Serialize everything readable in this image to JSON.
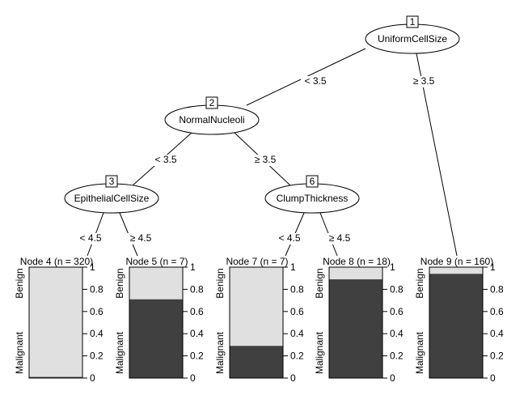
{
  "tree": {
    "inner_nodes": [
      {
        "id": "1",
        "label": "UniformCellSize"
      },
      {
        "id": "2",
        "label": "NormalNucleoli"
      },
      {
        "id": "3",
        "label": "EpithelialCellSize"
      },
      {
        "id": "6",
        "label": "ClumpThickness"
      }
    ],
    "edges": [
      {
        "from": "1",
        "to": "2",
        "label": "< 3.5"
      },
      {
        "from": "1",
        "to": "9",
        "label": "≥ 3.5"
      },
      {
        "from": "2",
        "to": "3",
        "label": "< 3.5"
      },
      {
        "from": "2",
        "to": "6",
        "label": "≥ 3.5"
      },
      {
        "from": "3",
        "to": "4",
        "label": "< 4.5"
      },
      {
        "from": "3",
        "to": "5",
        "label": "≥ 4.5"
      },
      {
        "from": "6",
        "to": "7",
        "label": "< 4.5"
      },
      {
        "from": "6",
        "to": "8",
        "label": "≥ 4.5"
      }
    ],
    "terminal_nodes": [
      {
        "id": "4",
        "title": "Node 4 (n = 320)",
        "malignant_proportion": 0.01
      },
      {
        "id": "5",
        "title": "Node 5 (n = 7)",
        "malignant_proportion": 0.71
      },
      {
        "id": "7",
        "title": "Node 7 (n = 7)",
        "malignant_proportion": 0.29
      },
      {
        "id": "8",
        "title": "Node 8 (n = 18)",
        "malignant_proportion": 0.89
      },
      {
        "id": "9",
        "title": "Node 9 (n = 160)",
        "malignant_proportion": 0.94
      }
    ],
    "class_labels": {
      "top": "Benign",
      "bottom": "Malignant"
    },
    "axis_ticks": [
      "0",
      "0.2",
      "0.4",
      "0.6",
      "0.8",
      "1"
    ]
  },
  "colors": {
    "benign": "#e0e0e0",
    "malignant": "#404040",
    "line": "#000000"
  }
}
